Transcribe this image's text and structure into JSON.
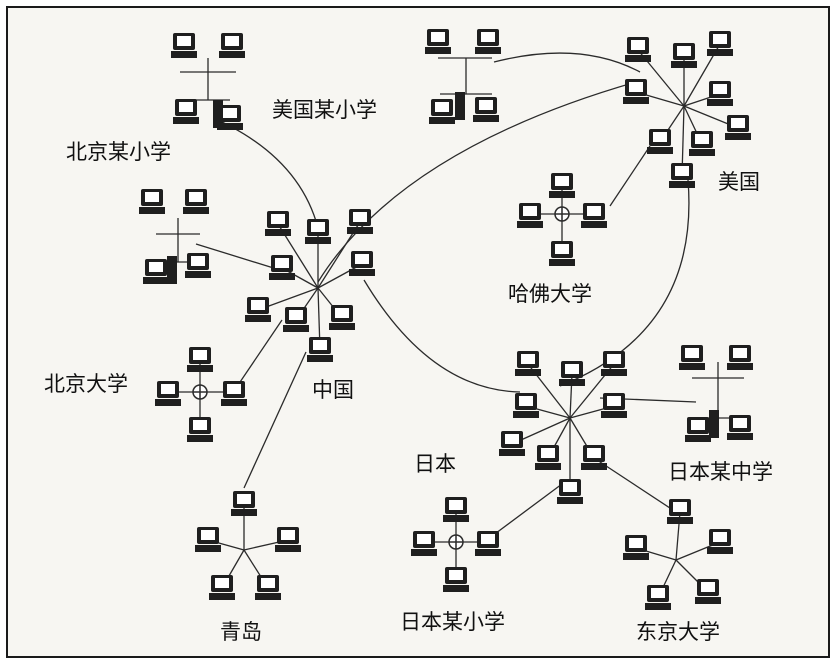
{
  "labels": {
    "beijing_primary": "北京某小学",
    "us_primary": "美国某小学",
    "usa": "美国",
    "harvard": "哈佛大学",
    "peking_univ": "北京大学",
    "china": "中国",
    "japan": "日本",
    "japan_middle": "日本某中学",
    "japan_primary": "日本某小学",
    "qingdao": "青岛",
    "tokyo_univ": "东京大学"
  },
  "colors": {
    "line": "#2b2b2b",
    "computer": "#1f1f1f",
    "screen": "#ffffff",
    "frame": "#1a1a1a"
  }
}
